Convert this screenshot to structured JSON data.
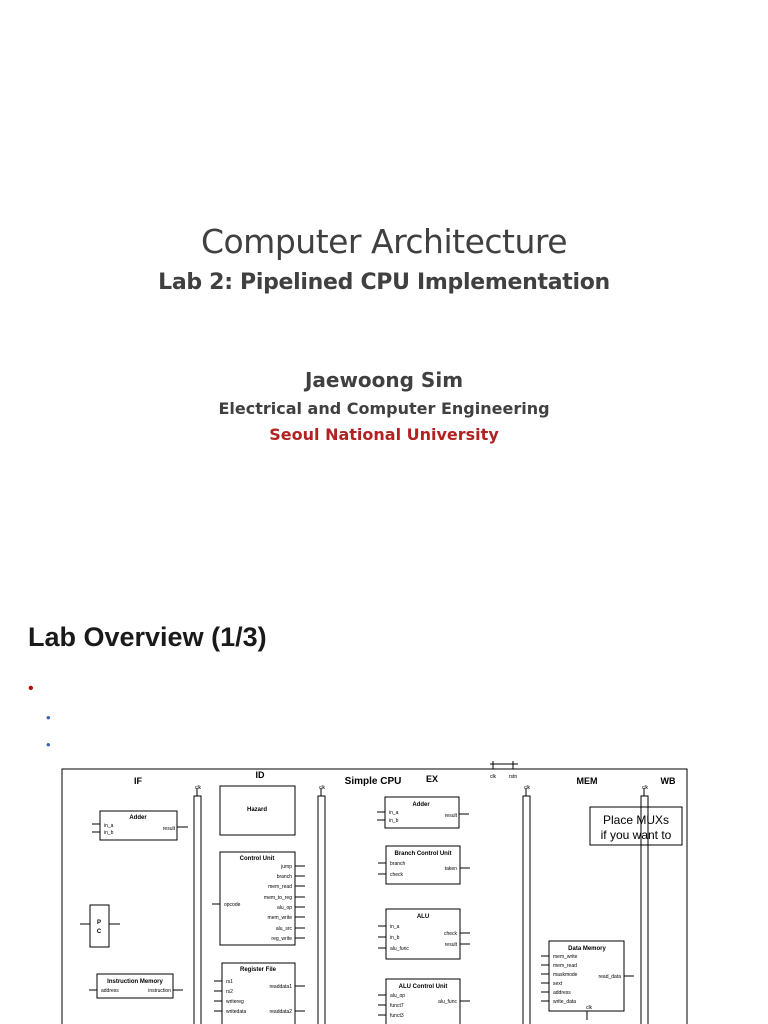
{
  "slide1": {
    "title": "Computer Architecture",
    "subtitle": "Lab 2: Pipelined CPU Implementation",
    "author": "Jaewoong Sim",
    "department": "Electrical and Computer Engineering",
    "university": "Seoul National University",
    "university_color": "#b22222"
  },
  "slide2": {
    "title": "Lab Overview (1/3)",
    "bullet_red": "•",
    "bullet_blue": "•"
  },
  "diagram": {
    "cpu_title": "Simple CPU",
    "stages": [
      "IF",
      "ID",
      "EX",
      "MEM",
      "WB"
    ],
    "clk": "clk",
    "rstn": "rstn",
    "hazard": "Hazard",
    "adder": {
      "title": "Adder",
      "in_a": "in_a",
      "in_b": "in_b",
      "result": "result"
    },
    "pc": {
      "p": "P",
      "c": "C"
    },
    "imem": {
      "title": "Instruction Memory",
      "address": "address",
      "instruction": "instruction"
    },
    "control": {
      "title": "Control Unit",
      "opcode": "opcode",
      "outputs": [
        "jump",
        "branch",
        "mem_read",
        "mem_to_reg",
        "alu_op",
        "mem_write",
        "alu_src",
        "reg_write"
      ]
    },
    "regfile": {
      "title": "Register File",
      "inputs": [
        "rs1",
        "rs2",
        "writereg",
        "writedata"
      ],
      "readdata1": "readdata1",
      "readdata2": "readdata2"
    },
    "ex_adder": {
      "title": "Adder",
      "in_a": "in_a",
      "in_b": "in_b",
      "result": "result"
    },
    "branch_ctrl": {
      "title": "Branch Control Unit",
      "branch": "branch",
      "check": "check",
      "taken": "taken"
    },
    "alu": {
      "title": "ALU",
      "in_a": "in_a",
      "in_b": "in_b",
      "alu_func": "alu_func",
      "check": "check",
      "result": "result"
    },
    "alu_ctrl": {
      "title": "ALU Control Unit",
      "inputs": [
        "alu_op",
        "funct7",
        "funct3"
      ],
      "alu_func": "alu_func"
    },
    "dmem": {
      "title": "Data Memory",
      "inputs": [
        "mem_write",
        "mem_read",
        "maskmode",
        "sext",
        "address",
        "write_data"
      ],
      "read_data": "read_data",
      "clk": "clk"
    },
    "note": {
      "line1": "Place MUXs",
      "line2": "if you want to"
    }
  }
}
